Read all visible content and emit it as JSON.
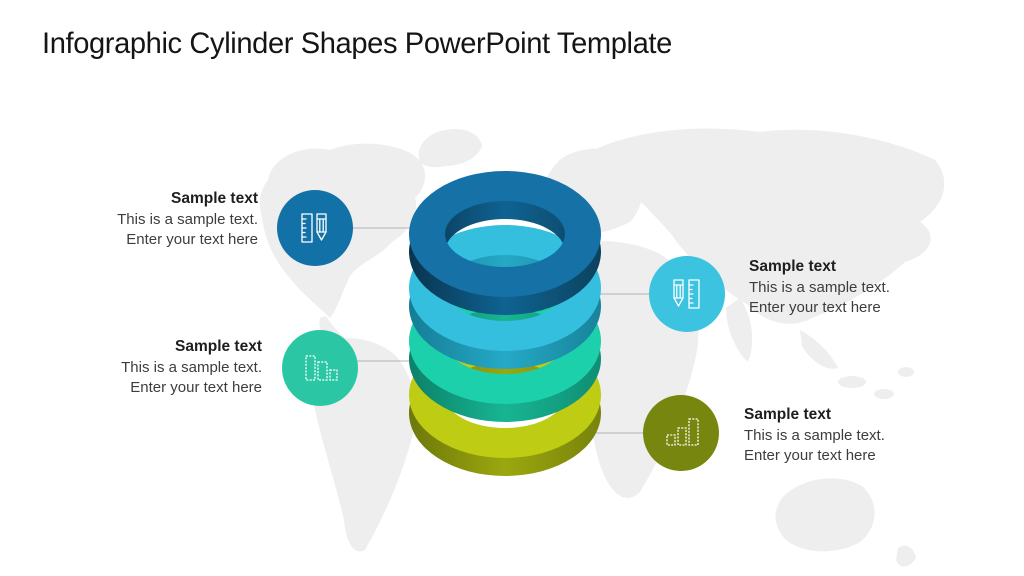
{
  "title": "Infographic Cylinder Shapes PowerPoint Template",
  "background": {
    "map_color": "#EEEEEE"
  },
  "connector_color": "#B3B3B3",
  "rings": [
    {
      "name": "ring-1-top-blue",
      "top_color": "#1571A6",
      "side_color": "#0F6392"
    },
    {
      "name": "ring-2-cyan",
      "top_color": "#35BFDF",
      "side_color": "#25A9C6"
    },
    {
      "name": "ring-3-teal",
      "top_color": "#1DD0AC",
      "side_color": "#17B593"
    },
    {
      "name": "ring-4-lime",
      "top_color": "#BECC13",
      "side_color": "#9BA70E"
    }
  ],
  "callouts": [
    {
      "title": "Sample text",
      "line1": "This is a sample text.",
      "line2": "Enter your text here",
      "color": "#1272A8",
      "icon": "ruler-pencil"
    },
    {
      "title": "Sample text",
      "line1": "This is a sample text.",
      "line2": "Enter your text here",
      "color": "#3BC3E0",
      "icon": "pencil-ruler"
    },
    {
      "title": "Sample text",
      "line1": "This is a sample text.",
      "line2": "Enter your text here",
      "color": "#2BC7A5",
      "icon": "bar-chart-descending"
    },
    {
      "title": "Sample text",
      "line1": "This is a sample text.",
      "line2": "Enter your text here",
      "color": "#77860F",
      "icon": "bar-chart-ascending"
    }
  ]
}
